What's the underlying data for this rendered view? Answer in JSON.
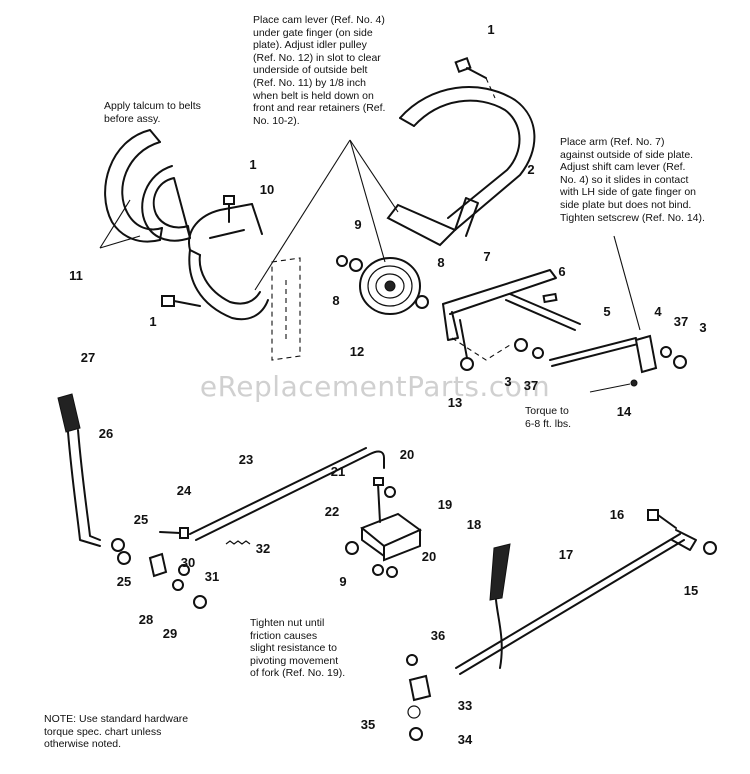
{
  "notes": {
    "cam_lever": "Place cam lever (Ref. No. 4)\nunder gate finger (on side\nplate). Adjust idler pulley\n(Ref. No. 12) in slot to clear\nunderside of outside belt\n(Ref. No. 11) by 1/8 inch\nwhen belt is held down on\nfront and rear retainers (Ref.\nNo. 10-2).",
    "talcum": "Apply talcum to belts\nbefore assy.",
    "place_arm": "Place arm (Ref. No. 7)\nagainst outside of side plate.\nAdjust shift cam lever (Ref.\nNo. 4) so it slides in contact\nwith LH side of gate finger on\nside plate but does not bind.\nTighten setscrew (Ref. No. 14).",
    "torque": "Torque to\n6-8 ft. lbs.",
    "tighten_nut": "Tighten nut until\nfriction causes\nslight resistance to\npivoting movement\nof fork (Ref. No. 19).",
    "hardware_note": "NOTE: Use standard hardware\ntorque spec. chart unless\notherwise noted."
  },
  "watermark": "eReplacementParts.com",
  "ref_numbers": {
    "r1_top": "1",
    "r1_bolt10": "1",
    "r1_left": "1",
    "r2": "2",
    "r3_right": "3",
    "r3_mid": "3",
    "r4": "4",
    "r5": "5",
    "r6": "6",
    "r7": "7",
    "r8_right": "8",
    "r8_left": "8",
    "r9_top": "9",
    "r9_bottom": "9",
    "r10": "10",
    "r11": "11",
    "r12": "12",
    "r13": "13",
    "r14": "14",
    "r15": "15",
    "r16": "16",
    "r17": "17",
    "r18": "18",
    "r19": "19",
    "r20_top": "20",
    "r20_bottom": "20",
    "r21": "21",
    "r22": "22",
    "r23": "23",
    "r24": "24",
    "r25_top": "25",
    "r25_bottom": "25",
    "r26": "26",
    "r27": "27",
    "r28": "28",
    "r29": "29",
    "r30": "30",
    "r31": "31",
    "r32": "32",
    "r33": "33",
    "r34": "34",
    "r35": "35",
    "r36": "36",
    "r37_right": "37",
    "r37_mid": "37"
  }
}
